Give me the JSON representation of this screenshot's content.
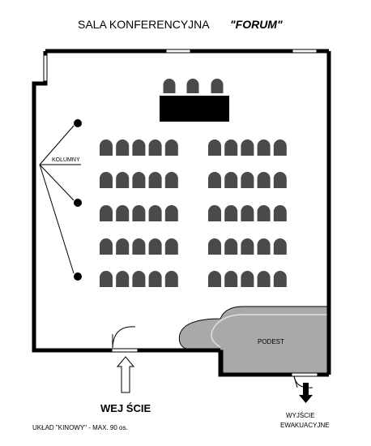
{
  "title": {
    "prefix": "SALA KONFERENCYJNA",
    "name": "\"FORUM\""
  },
  "labels": {
    "columns": "KOLUMNY",
    "stage": "PODEST",
    "entrance": "WEJ ŚCIE",
    "exit_line1": "WYJŚCIE",
    "exit_line2": "EWAKUACYJNE",
    "layout": "UKŁAD \"KINOWY\" - MAX. 90 os."
  },
  "seating": {
    "presenter_chairs": 3,
    "rows": 5,
    "seats_per_block_row": 5,
    "blocks": 2
  },
  "colors": {
    "wall": "#000000",
    "chair": "#4a4a4a",
    "stage_fill": "#a9a9a9",
    "background": "#ffffff"
  }
}
